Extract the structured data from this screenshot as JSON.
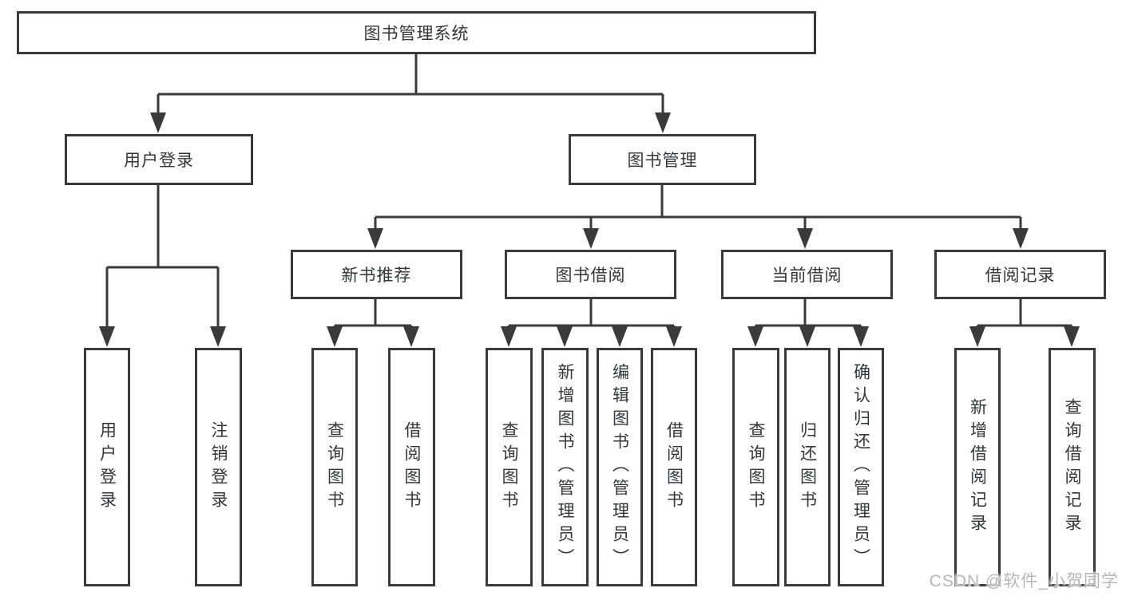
{
  "diagram": {
    "type": "hierarchy-tree",
    "background": "#ffffff",
    "line_color": "#3a3a3a",
    "text_color": "#343538",
    "root": {
      "label": "图书管理系统"
    },
    "level2": [
      {
        "label": "用户登录",
        "parent": "图书管理系统"
      },
      {
        "label": "图书管理",
        "parent": "图书管理系统"
      }
    ],
    "level3": [
      {
        "label": "新书推荐",
        "parent": "图书管理"
      },
      {
        "label": "图书借阅",
        "parent": "图书管理"
      },
      {
        "label": "当前借阅",
        "parent": "图书管理"
      },
      {
        "label": "借阅记录",
        "parent": "图书管理"
      }
    ],
    "leaves": [
      {
        "label": "用户登录",
        "parent": "用户登录"
      },
      {
        "label": "注销登录",
        "parent": "用户登录"
      },
      {
        "label": "查询图书",
        "parent": "新书推荐"
      },
      {
        "label": "借阅图书",
        "parent": "新书推荐"
      },
      {
        "label": "查询图书",
        "parent": "图书借阅"
      },
      {
        "label": "新增图书（管理员）",
        "parent": "图书借阅"
      },
      {
        "label": "编辑图书（管理员）",
        "parent": "图书借阅"
      },
      {
        "label": "借阅图书",
        "parent": "图书借阅"
      },
      {
        "label": "查询图书",
        "parent": "当前借阅"
      },
      {
        "label": "归还图书",
        "parent": "当前借阅"
      },
      {
        "label": "确认归还（管理员）",
        "parent": "当前借阅"
      },
      {
        "label": "新增借阅记录",
        "parent": "借阅记录"
      },
      {
        "label": "查询借阅记录",
        "parent": "借阅记录"
      }
    ]
  },
  "watermark": {
    "text": "CSDN @软件_小贺同学",
    "color": "#b7b7b7"
  }
}
